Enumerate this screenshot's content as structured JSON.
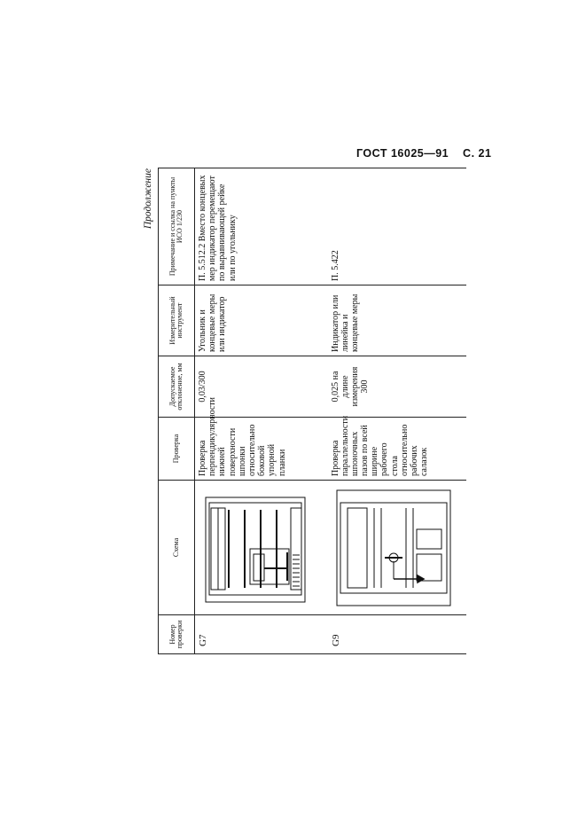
{
  "header": {
    "gost": "ГОСТ 16025—91",
    "page": "С. 21"
  },
  "continuation": "Продолжение",
  "columns": {
    "number": "Номер проверки",
    "scheme": "Схема",
    "check": "Проверка",
    "tolerance": "Допускаемое отклонение, мм",
    "instrument": "Измерительный инструмент",
    "notes": "Примечание и ссылка на пункты ИСО 1/230"
  },
  "rows": [
    {
      "number": "G7",
      "check": "Проверка перпендикулярности нижней поверхности шпонки относительно боковой упорной планки",
      "tolerance": "0,03/300",
      "instrument": "Угольник и концевые меры или индикатор",
      "notes": "П. 5.512.2 Вместо концевых мер индикатор перемещают по выравнивающей рейке или по угольнику"
    },
    {
      "number": "G9",
      "check": "Проверка параллельности шпоночных пазов по всей ширине рабочего стола относительно рабочих салазок",
      "tolerance": "0,025 на длине измерения 300",
      "instrument": "Индикатор или линейка и концевые меры",
      "notes": "П. 5.422"
    }
  ]
}
